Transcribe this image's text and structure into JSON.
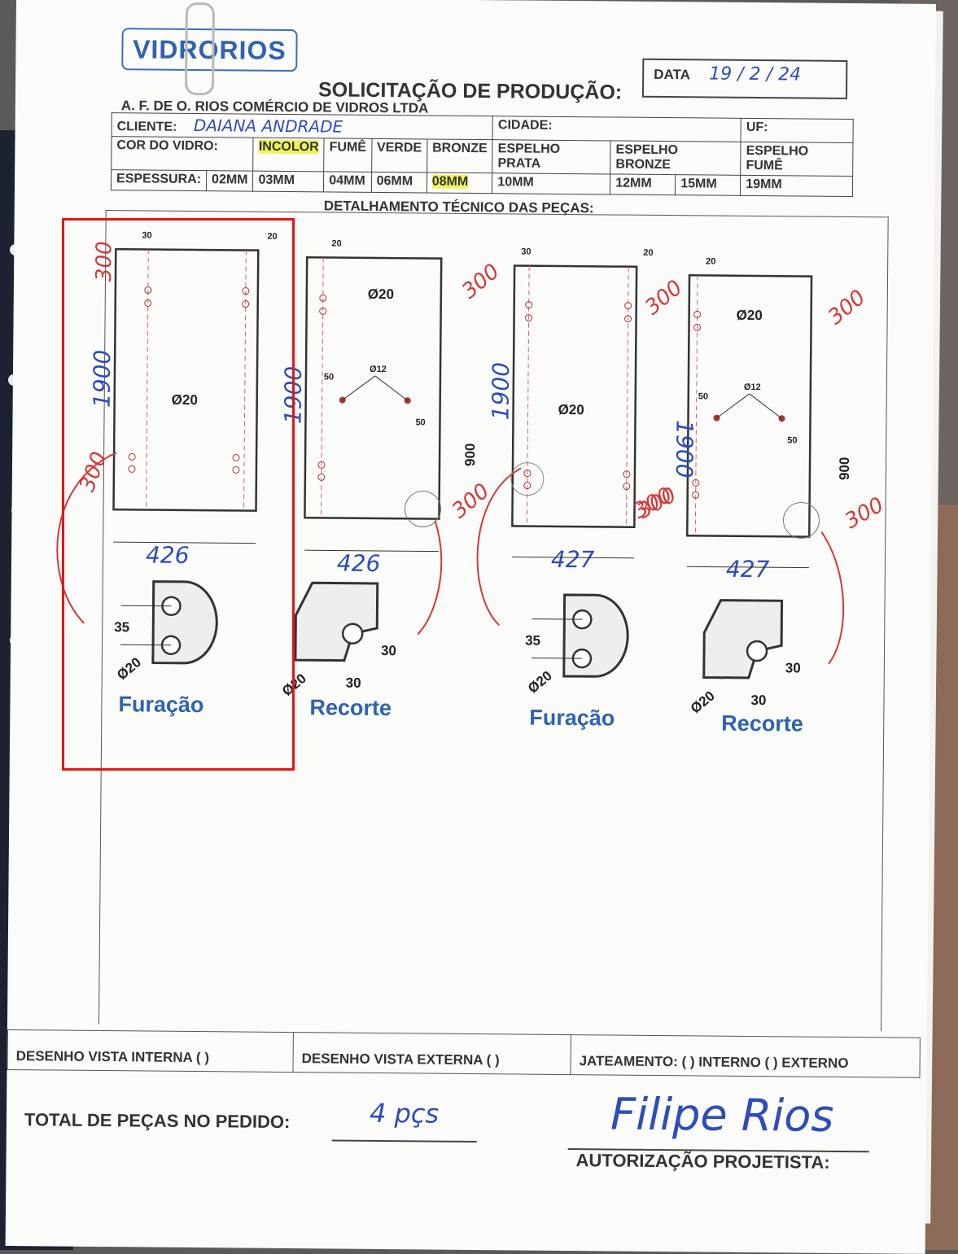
{
  "header": {
    "logo": "VIDRORIOS",
    "title": "SOLICITAÇÃO DE PRODUÇÃO:",
    "company": "A. F. DE O. RIOS COMÉRCIO DE VIDROS LTDA",
    "date_label": "DATA",
    "date_value": "19 / 2 / 24"
  },
  "client": {
    "label": "CLIENTE:",
    "value": "DAIANA ANDRADE",
    "city_label": "CIDADE:",
    "uf_label": "UF:"
  },
  "glass_color": {
    "label": "COR DO VIDRO:",
    "options": [
      "INCOLOR",
      "FUMÊ",
      "VERDE",
      "BRONZE",
      "ESPELHO PRATA",
      "ESPELHO BRONZE",
      "ESPELHO FUMÊ"
    ],
    "selected": "INCOLOR"
  },
  "thickness": {
    "label": "ESPESSURA:",
    "options": [
      "02MM",
      "03MM",
      "04MM",
      "06MM",
      "08MM",
      "10MM",
      "12MM",
      "15MM",
      "19MM"
    ],
    "selected": "08MM"
  },
  "section_title": "DETALHAMENTO TÉCNICO DAS PEÇAS:",
  "pieces": [
    {
      "width": "426",
      "height": "1900",
      "top": "300",
      "bottom": "300",
      "hole": "Ø20",
      "detail": "Furação"
    },
    {
      "width": "426",
      "height": "1900",
      "top": "300",
      "bottom": "300",
      "hole": "Ø20",
      "detail": "Recorte"
    },
    {
      "width": "427",
      "height": "1900",
      "top": "300",
      "bottom": "300",
      "hole": "Ø20",
      "detail": "Furação"
    },
    {
      "width": "427",
      "height": "1900",
      "top": "300",
      "bottom": "300",
      "hole": "Ø20",
      "detail": "Recorte"
    }
  ],
  "print_dims": {
    "d30": "30",
    "d20": "20",
    "d50": "50",
    "d900": "900",
    "d12": "Ø12",
    "d35": "35",
    "d20h": "Ø20"
  },
  "footer": {
    "view_internal": "DESENHO VISTA INTERNA ( )",
    "view_external": "DESENHO VISTA EXTERNA ( )",
    "sandblast": "JATEAMENTO: ( ) INTERNO ( ) EXTERNO",
    "total_label": "TOTAL DE PEÇAS NO PEDIDO:",
    "total_value": "4 pçs",
    "authorization_label": "AUTORIZAÇÃO PROJETISTA:",
    "signature": "Filipe Rios"
  },
  "colors": {
    "brand": "#2f63b2",
    "highlight": "#eef55a",
    "annotation": "#e01818",
    "ink": "#2e4db8"
  }
}
